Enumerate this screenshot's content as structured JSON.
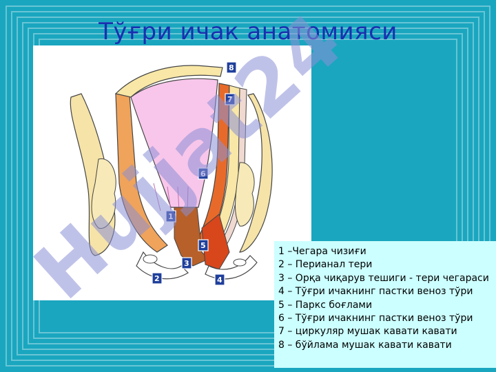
{
  "slide": {
    "title": "Тўғри ичак анатомияси",
    "colors": {
      "background": "#1aa6bf",
      "title": "#1a2fb0",
      "legend_bg": "#ccffff",
      "badge": "#1f3f9c"
    }
  },
  "figure": {
    "badges": [
      "1",
      "2",
      "3",
      "4",
      "5",
      "6",
      "7",
      "8"
    ]
  },
  "legend": {
    "items": [
      "1 –Чегара чизиғи",
      "2 – Перианал тери",
      "3 – Орқа чиқарув тешиги - тери чегараси",
      "4 – Тўғри  ичакнинг пастки веноз тўри",
      "5 – Паркс боғлами",
      "6 – Тўғри  ичакнинг пастки веноз тўри",
      "7 – циркуляр мушак кавати кавати",
      "8 – бўйлама мушак кавати кавати"
    ]
  },
  "watermark": {
    "text": "Hujjat24"
  }
}
